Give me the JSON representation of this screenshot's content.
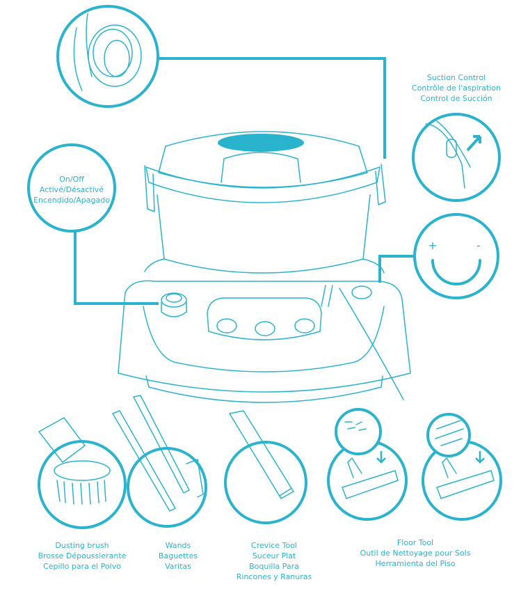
{
  "callouts": {
    "on_off": [
      "On/Off",
      "Activé/Désactivé",
      "Encendido/Apagado"
    ],
    "suction": [
      "Suction Control",
      "Contrôle de l'aspiration",
      "Control de Succión"
    ],
    "suction_dial": {
      "plus": "+",
      "minus": "-"
    }
  },
  "accessories": {
    "dusting_brush": [
      "Dusting brush",
      "Brosse Dépoussierante",
      "Cepillo para el Polvo"
    ],
    "wands": [
      "Wands",
      "Baguettes",
      "Varitas"
    ],
    "crevice_tool": [
      "Crevice Tool",
      "Suceur Plat",
      "Boquilla Para",
      "Rincones y Ranuras"
    ],
    "floor_tool": [
      "Floor Tool",
      "Outil de Nettoyage pour Sols",
      "Herramienta del Piso"
    ]
  },
  "colors": {
    "accent": "#2ab3cc",
    "fill": "#2ab3cc"
  }
}
